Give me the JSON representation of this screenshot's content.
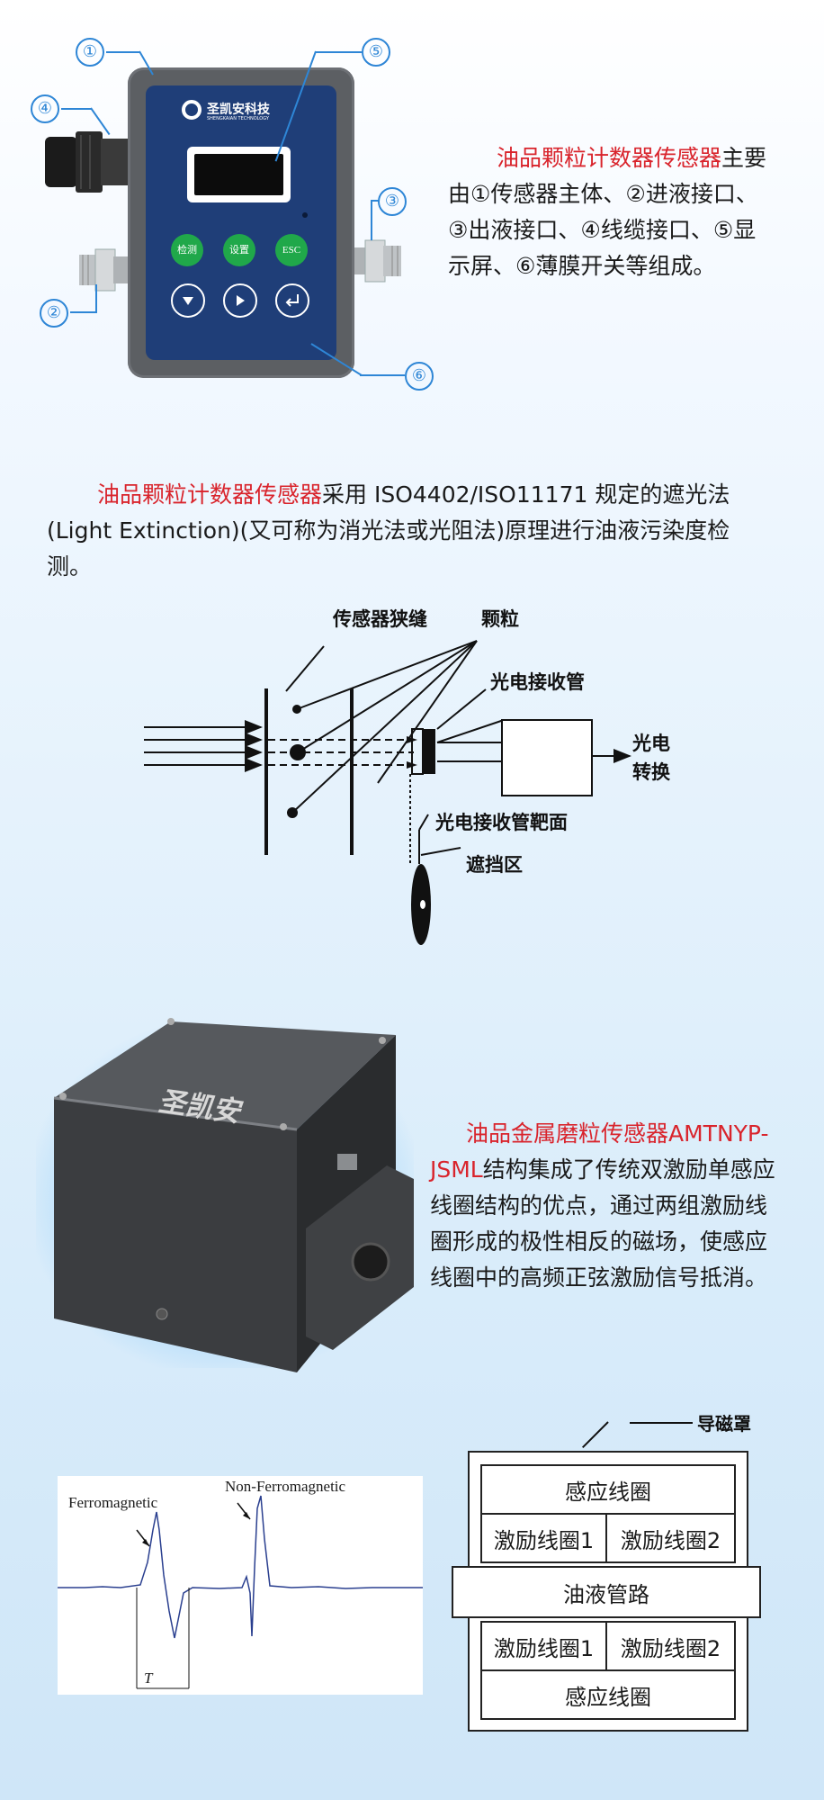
{
  "section1": {
    "device": {
      "brand_cn": "圣凯安科技",
      "brand_en": "SHENGKAIAN TECHNOLOGY",
      "buttons": [
        "检测",
        "设置",
        "ESC"
      ],
      "arrow_buttons": [
        "down",
        "play",
        "enter"
      ]
    },
    "callouts": [
      "①",
      "②",
      "③",
      "④",
      "⑤",
      "⑥"
    ],
    "desc_highlight": "油品颗粒计数器传感器",
    "desc_line1_rest": "主要",
    "desc_lines": [
      "由①传感器主体、②进液接口、",
      "③出液接口、④线缆接口、⑤显",
      "示屏、⑥薄膜开关等组成。"
    ]
  },
  "section2": {
    "highlight": "油品颗粒计数器传感器",
    "line1_rest": "采用 ISO4402/ISO11171 规定的遮光法",
    "line2": "(Light Extinction)(又可称为消光法或光阻法)原理进行油液污染度检",
    "line3": "测。",
    "diagram": {
      "slit": "传感器狭缝",
      "particle": "颗粒",
      "receiver": "光电接收管",
      "convert_1": "光电",
      "convert_2": "转换",
      "target": "光电接收管靶面",
      "shade": "遮挡区"
    }
  },
  "section3": {
    "device_brand": "圣凯安",
    "highlight_1": "油品金属磨粒传感器AMTNYP-",
    "highlight_2": "JSML",
    "line2_rest": "结构集成了传统双激励单感应",
    "lines": [
      "线圈结构的优点，通过两组激励线",
      "圈形成的极性相反的磁场，使感应",
      "线圈中的高频正弦激励信号抵消。"
    ]
  },
  "section4": {
    "chart": {
      "label_ferro": "Ferromagnetic",
      "label_nonferro": "Non-Ferromagnetic",
      "period": "T"
    },
    "coil": {
      "shield": "导磁罩",
      "sense_top": "感应线圈",
      "excite_1": "激励线圈1",
      "excite_2": "激励线圈2",
      "pipe": "油液管路",
      "excite_1b": "激励线圈1",
      "excite_2b": "激励线圈2",
      "sense_bottom": "感应线圈"
    }
  },
  "colors": {
    "highlight": "#d9242c",
    "callout": "#2e86d6",
    "device_panel": "#1f3e78",
    "button_green": "#20a84a"
  }
}
